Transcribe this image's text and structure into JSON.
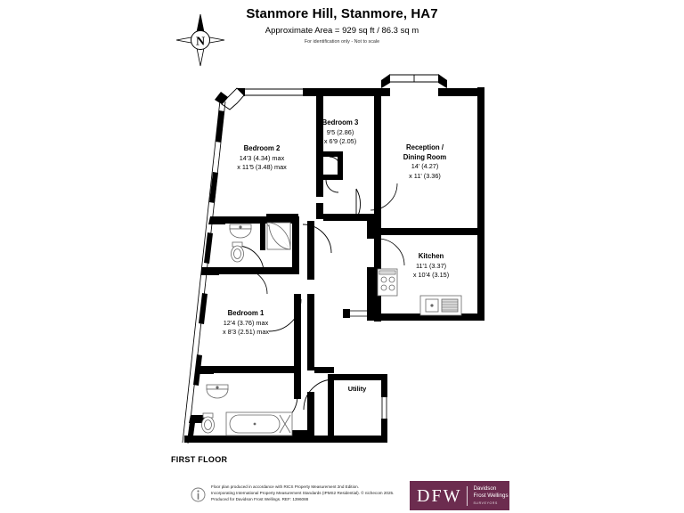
{
  "header": {
    "title": "Stanmore Hill, Stanmore, HA7",
    "area": "Approximate Area = 929 sq ft / 86.3 sq m",
    "disclaimer": "For identification only - Not to scale"
  },
  "compass": {
    "label": "N",
    "icon": "compass-rose-icon"
  },
  "floor_label": "FIRST FLOOR",
  "rooms": [
    {
      "id": "bedroom-2",
      "name": "Bedroom 2",
      "dim1": "14'3 (4.34) max",
      "dim2": "x 11'5 (3.48) max"
    },
    {
      "id": "bedroom-3",
      "name": "Bedroom 3",
      "dim1": "9'5 (2.86)",
      "dim2": "x 6'9 (2.05)"
    },
    {
      "id": "reception-dining-room",
      "name": "Reception /",
      "name2": "Dining Room",
      "dim1": "14' (4.27)",
      "dim2": "x 11' (3.36)"
    },
    {
      "id": "kitchen",
      "name": "Kitchen",
      "dim1": "11'1 (3.37)",
      "dim2": "x 10'4 (3.15)"
    },
    {
      "id": "bedroom-1",
      "name": "Bedroom 1",
      "dim1": "12'4 (3.76) max",
      "dim2": "x 8'3 (2.51) max"
    },
    {
      "id": "utility",
      "name": "Utility",
      "dim1": "",
      "dim2": ""
    }
  ],
  "footer": {
    "line1": "Floor plan produced in accordance with RICS Property Measurement 2nd Edition.",
    "line2": "Incorporating International Property Measurement Standards (IPMS2 Residential).  © nichecom 2025.",
    "line3": "Produced for Davidson Frost Wellings.    REF: 1396088",
    "icon": "info-circle-icon"
  },
  "logo": {
    "mark": "DFW",
    "line1": "Davidson",
    "line2": "Frost Wellings",
    "line3": "SURVEYORS",
    "color": "#6c2c4f"
  },
  "colors": {
    "wall": "#000000",
    "background": "#ffffff",
    "fixture_stroke": "#555555",
    "brand": "#6c2c4f"
  }
}
